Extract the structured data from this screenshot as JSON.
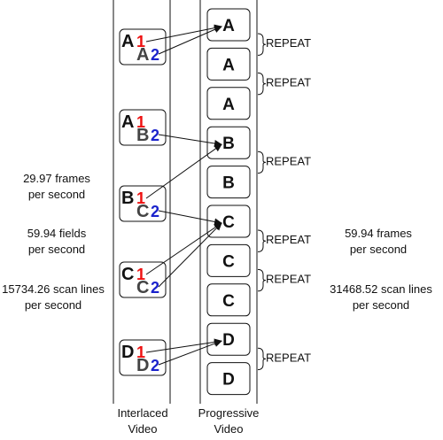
{
  "left_text": [
    "29.97 frames",
    "per second",
    "59.94 fields",
    "per second",
    "15734.26 scan lines",
    "per second"
  ],
  "right_text": [
    "59.94 frames",
    "per second",
    "31468.52 scan lines",
    "per second"
  ],
  "column_labels": {
    "interlaced": [
      "Interlaced",
      "Video"
    ],
    "progressive": [
      "Progressive",
      "Video"
    ]
  },
  "interlaced_frames": [
    {
      "top_letter": "A",
      "top_num": "1",
      "bottom_letter": "A",
      "bottom_num": "2"
    },
    {
      "top_letter": "A",
      "top_num": "1",
      "bottom_letter": "B",
      "bottom_num": "2"
    },
    {
      "top_letter": "B",
      "top_num": "1",
      "bottom_letter": "C",
      "bottom_num": "2"
    },
    {
      "top_letter": "C",
      "top_num": "1",
      "bottom_letter": "C",
      "bottom_num": "2"
    },
    {
      "top_letter": "D",
      "top_num": "1",
      "bottom_letter": "D",
      "bottom_num": "2"
    }
  ],
  "progressive_frames": [
    "A",
    "A",
    "A",
    "B",
    "B",
    "C",
    "C",
    "C",
    "D",
    "D"
  ],
  "repeat_label": "REPEAT",
  "repeat_pairs": [
    [
      0,
      1
    ],
    [
      1,
      2
    ],
    [
      3,
      4
    ],
    [
      5,
      6
    ],
    [
      6,
      7
    ],
    [
      8,
      9
    ]
  ],
  "arrows": [
    {
      "from_frame": 0,
      "field": "top",
      "to_frame": 0
    },
    {
      "from_frame": 0,
      "field": "bottom",
      "to_frame": 0
    },
    {
      "from_frame": 1,
      "field": "bottom",
      "to_frame": 3
    },
    {
      "from_frame": 2,
      "field": "top",
      "to_frame": 3
    },
    {
      "from_frame": 2,
      "field": "bottom",
      "to_frame": 5
    },
    {
      "from_frame": 3,
      "field": "top",
      "to_frame": 5
    },
    {
      "from_frame": 3,
      "field": "bottom",
      "to_frame": 5
    },
    {
      "from_frame": 4,
      "field": "top",
      "to_frame": 8
    },
    {
      "from_frame": 4,
      "field": "bottom",
      "to_frame": 8
    }
  ],
  "colors": {
    "field1": "#ee1111",
    "field2": "#1a22cc",
    "field2_letter": "#444444",
    "text": "#111111"
  }
}
